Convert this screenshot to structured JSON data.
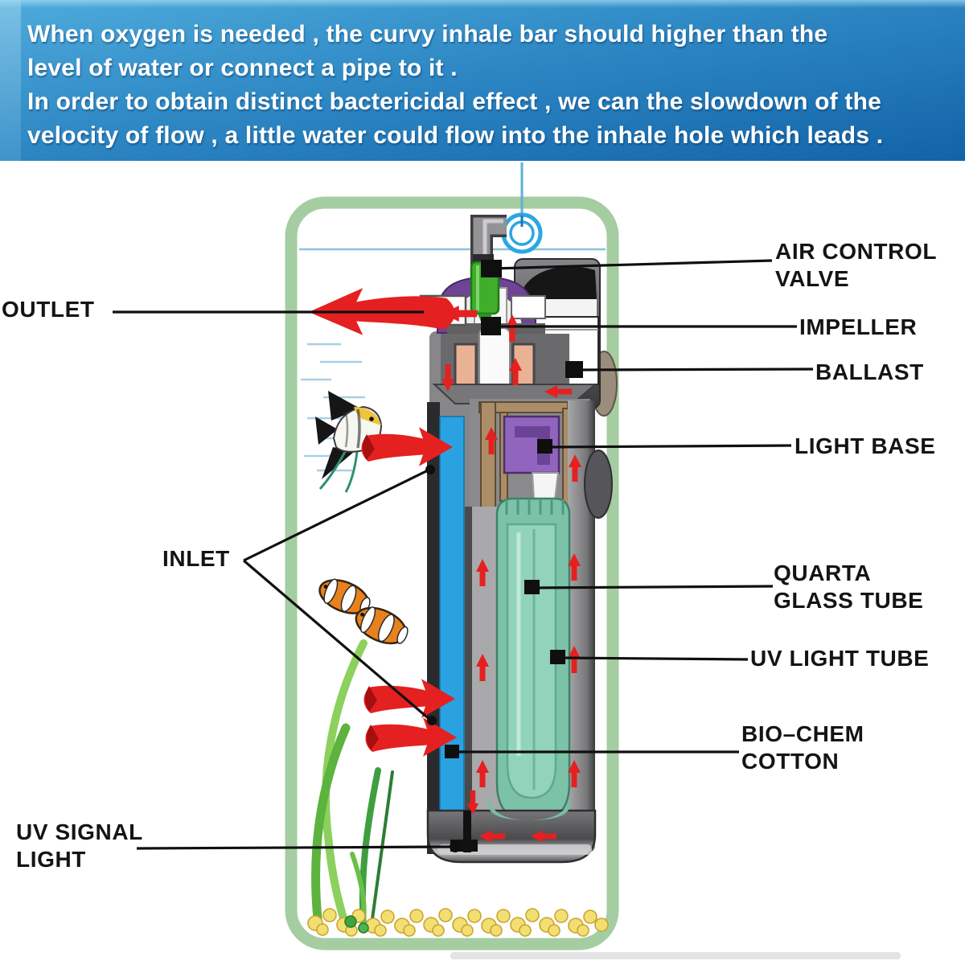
{
  "header": {
    "lines": [
      "When oxygen is needed , the curvy inhale bar should higher than the",
      "level of water or connect a pipe to it .",
      "In order to obtain distinct bactericidal effect , we can the slowdown of the",
      "velocity of flow , a little water could flow into the inhale hole which leads ."
    ],
    "background_top": "#4fabdc",
    "background_bottom": "#1263a8",
    "text_color": "#ffffff"
  },
  "diagram": {
    "labels": {
      "outlet": "OUTLET",
      "air_control_valve": "AIR CONTROL\nVALVE",
      "impeller": "IMPELLER",
      "ballast": "BALLAST",
      "light_base": "LIGHT BASE",
      "quarta_glass_tube": "QUARTA\nGLASS TUBE",
      "uv_light_tube": "UV LIGHT TUBE",
      "bio_chem_cotton": "BIO–CHEM\nCOTTON",
      "inlet": "INLET",
      "uv_signal_light": "UV SIGNAL\nLIGHT"
    },
    "colors": {
      "tank_border_green": "#a5cda2",
      "water_line_blue": "#8fc0dc",
      "flow_arrow_red": "#e52020",
      "air_valve_green": "#3fae2a",
      "cap_purple": "#6f4496",
      "light_base_purple": "#9165bd",
      "quartz_tube_teal": "#7cc2a8",
      "uv_tube_teal": "#92d3bb",
      "sponge_blue": "#2aa2e2",
      "motor_winding_salmon": "#eab295",
      "body_gray": "#6a6a6c",
      "gravel_yellow": "#f3de72",
      "inhale_circle_blue": "#2ba7e2",
      "label_text": "#141414"
    }
  }
}
